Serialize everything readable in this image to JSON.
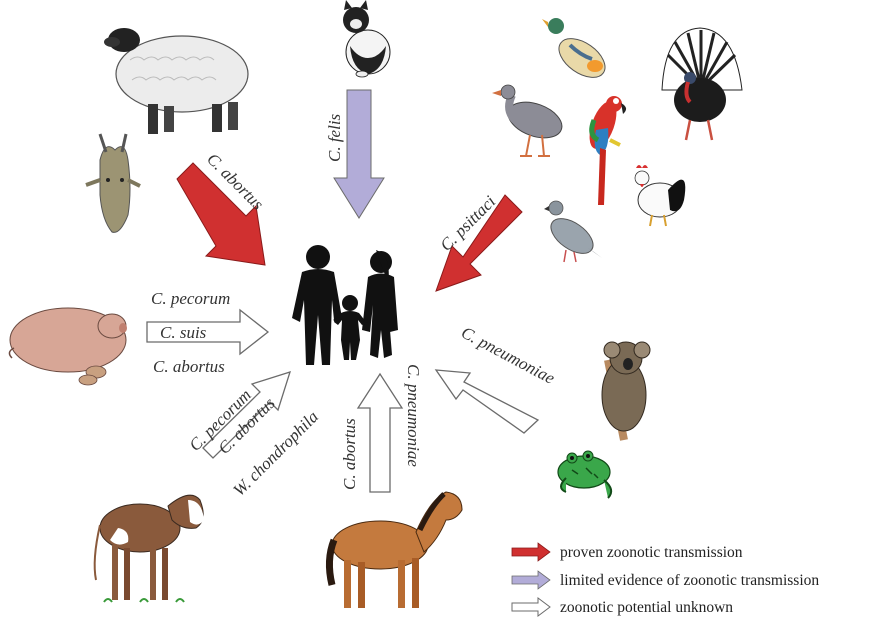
{
  "colors": {
    "proven": "#d03030",
    "limited": "#b2acd8",
    "unknown": "#ffffff",
    "outline": "#6b6b6b",
    "text": "#333333"
  },
  "labels": {
    "sheep_goat": "C. abortus",
    "cat": "C. felis",
    "birds": "C. psittaci",
    "pig_1": "C. pecorum",
    "pig_2": "C. suis",
    "pig_3": "C. abortus",
    "cattle_1": "C. pecorum",
    "cattle_2": "C. abortus",
    "cattle_3": "W. chondrophila",
    "horse_1": "C. abortus",
    "horse_2": "C. pneumoniae",
    "koala_frog": "C. pneumoniae"
  },
  "legend": [
    {
      "key": "proven",
      "text": "proven zoonotic transmission"
    },
    {
      "key": "limited",
      "text": "limited evidence of zoonotic transmission"
    },
    {
      "key": "unknown",
      "text": "zoonotic potential unknown"
    }
  ],
  "icons": [
    "sheep-icon",
    "goat-icon",
    "cat-icon",
    "duck-icon",
    "goose-icon",
    "parrot-icon",
    "turkey-icon",
    "pigeon-icon",
    "rooster-icon",
    "pig-icon",
    "calf-icon",
    "horse-icon",
    "koala-icon",
    "frog-icon",
    "human-family-icon"
  ]
}
